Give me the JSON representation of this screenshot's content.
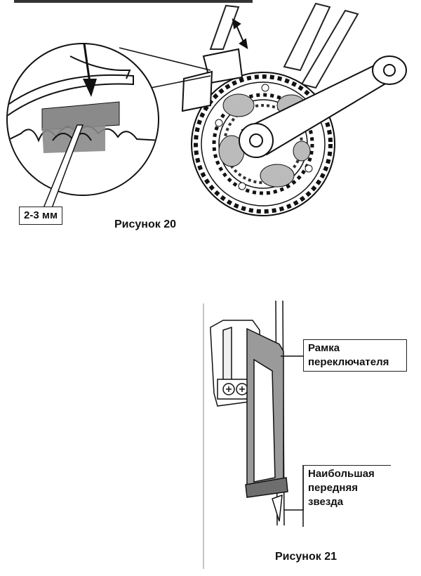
{
  "figure20": {
    "gap_label": "2-3 мм",
    "caption": "Рисунок 20"
  },
  "figure21": {
    "label_frame_line1": "Рамка",
    "label_frame_line2": "переключателя",
    "label_chainring_line1": "Наибольшая",
    "label_chainring_line2": "передняя",
    "label_chainring_line3": "звезда",
    "caption": "Рисунок 21"
  },
  "icons": [
    "downward-arrow-icon",
    "double-arrow-icon",
    "crank-arm-icon",
    "chainring-icon"
  ]
}
